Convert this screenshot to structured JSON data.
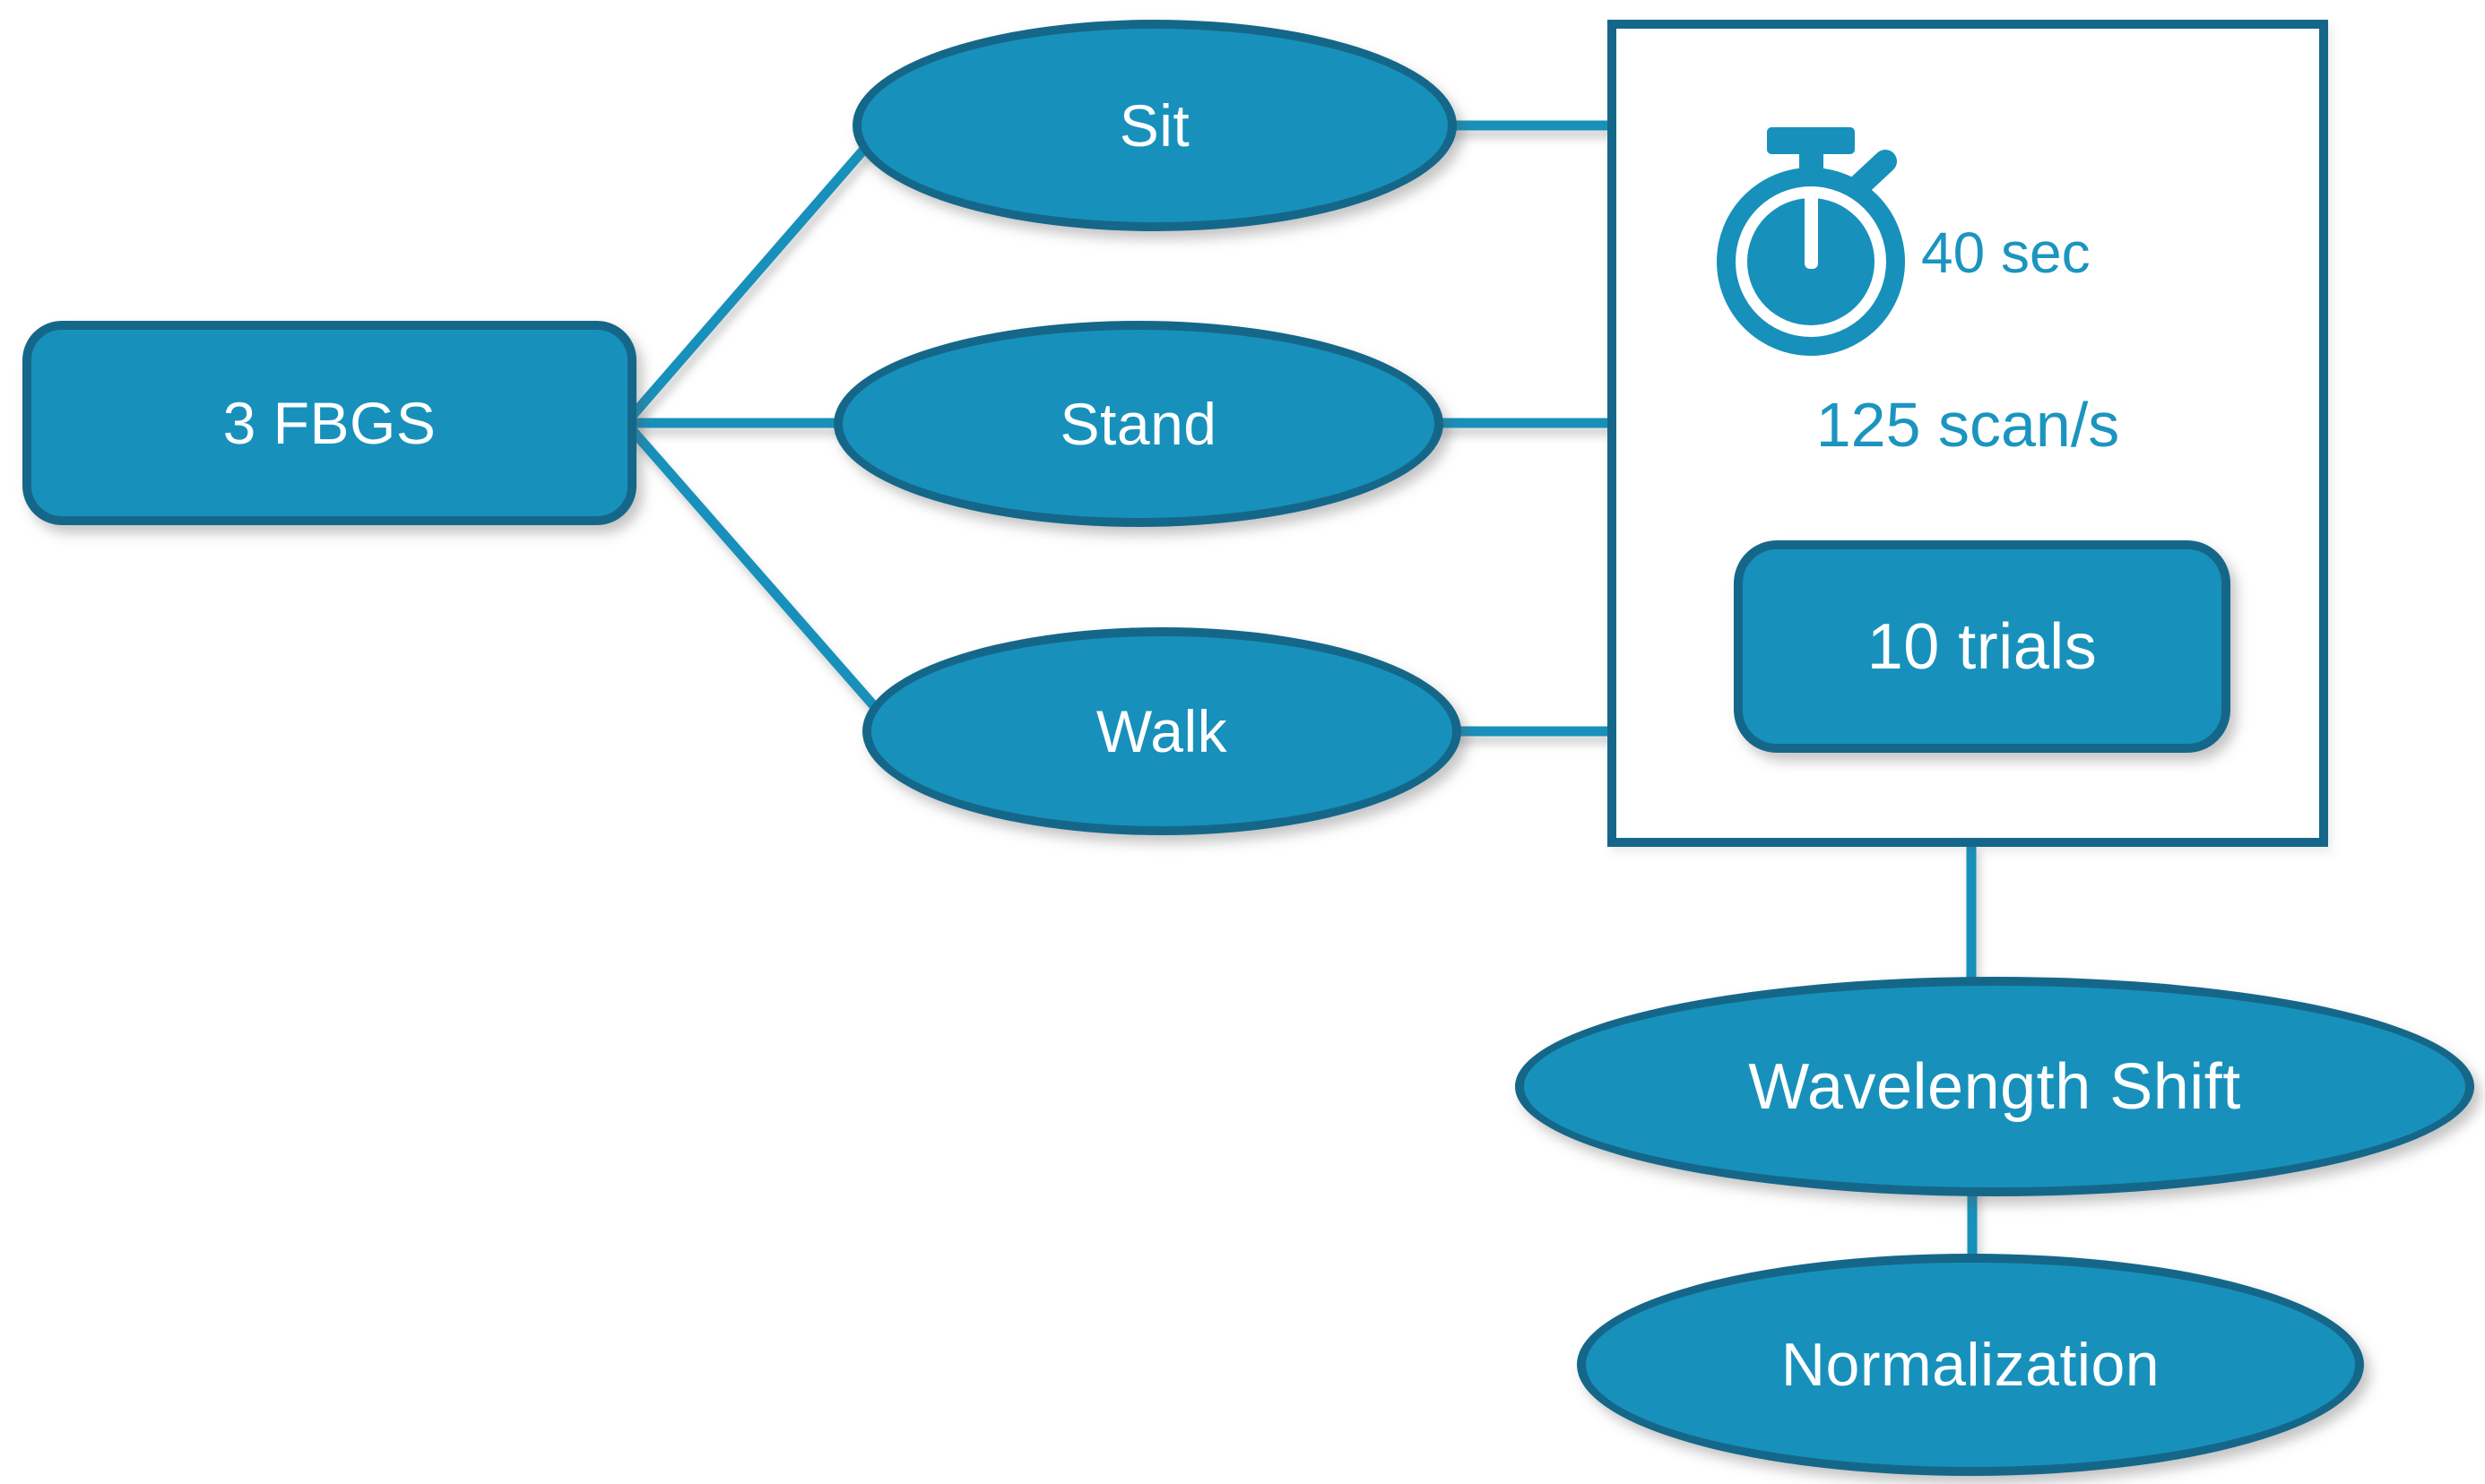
{
  "diagram": {
    "source_node": {
      "label": "3 FBGS"
    },
    "activities": [
      {
        "label": "Sit"
      },
      {
        "label": "Stand"
      },
      {
        "label": "Walk"
      }
    ],
    "protocol_box": {
      "timer_icon": "stopwatch-icon",
      "duration_label": "40 sec",
      "scan_rate_label": "125 scan/s",
      "trials_label": "10 trials"
    },
    "processing_steps": [
      {
        "label": "Wavelength Shift"
      },
      {
        "label": "Normalization"
      }
    ]
  },
  "colors": {
    "teal_fill": "#1791BB",
    "teal_dark_border": "#15678A",
    "teal_text": "#1B95BF",
    "text_on_teal": "#FFFFFF",
    "background": "#FFFFFF"
  }
}
